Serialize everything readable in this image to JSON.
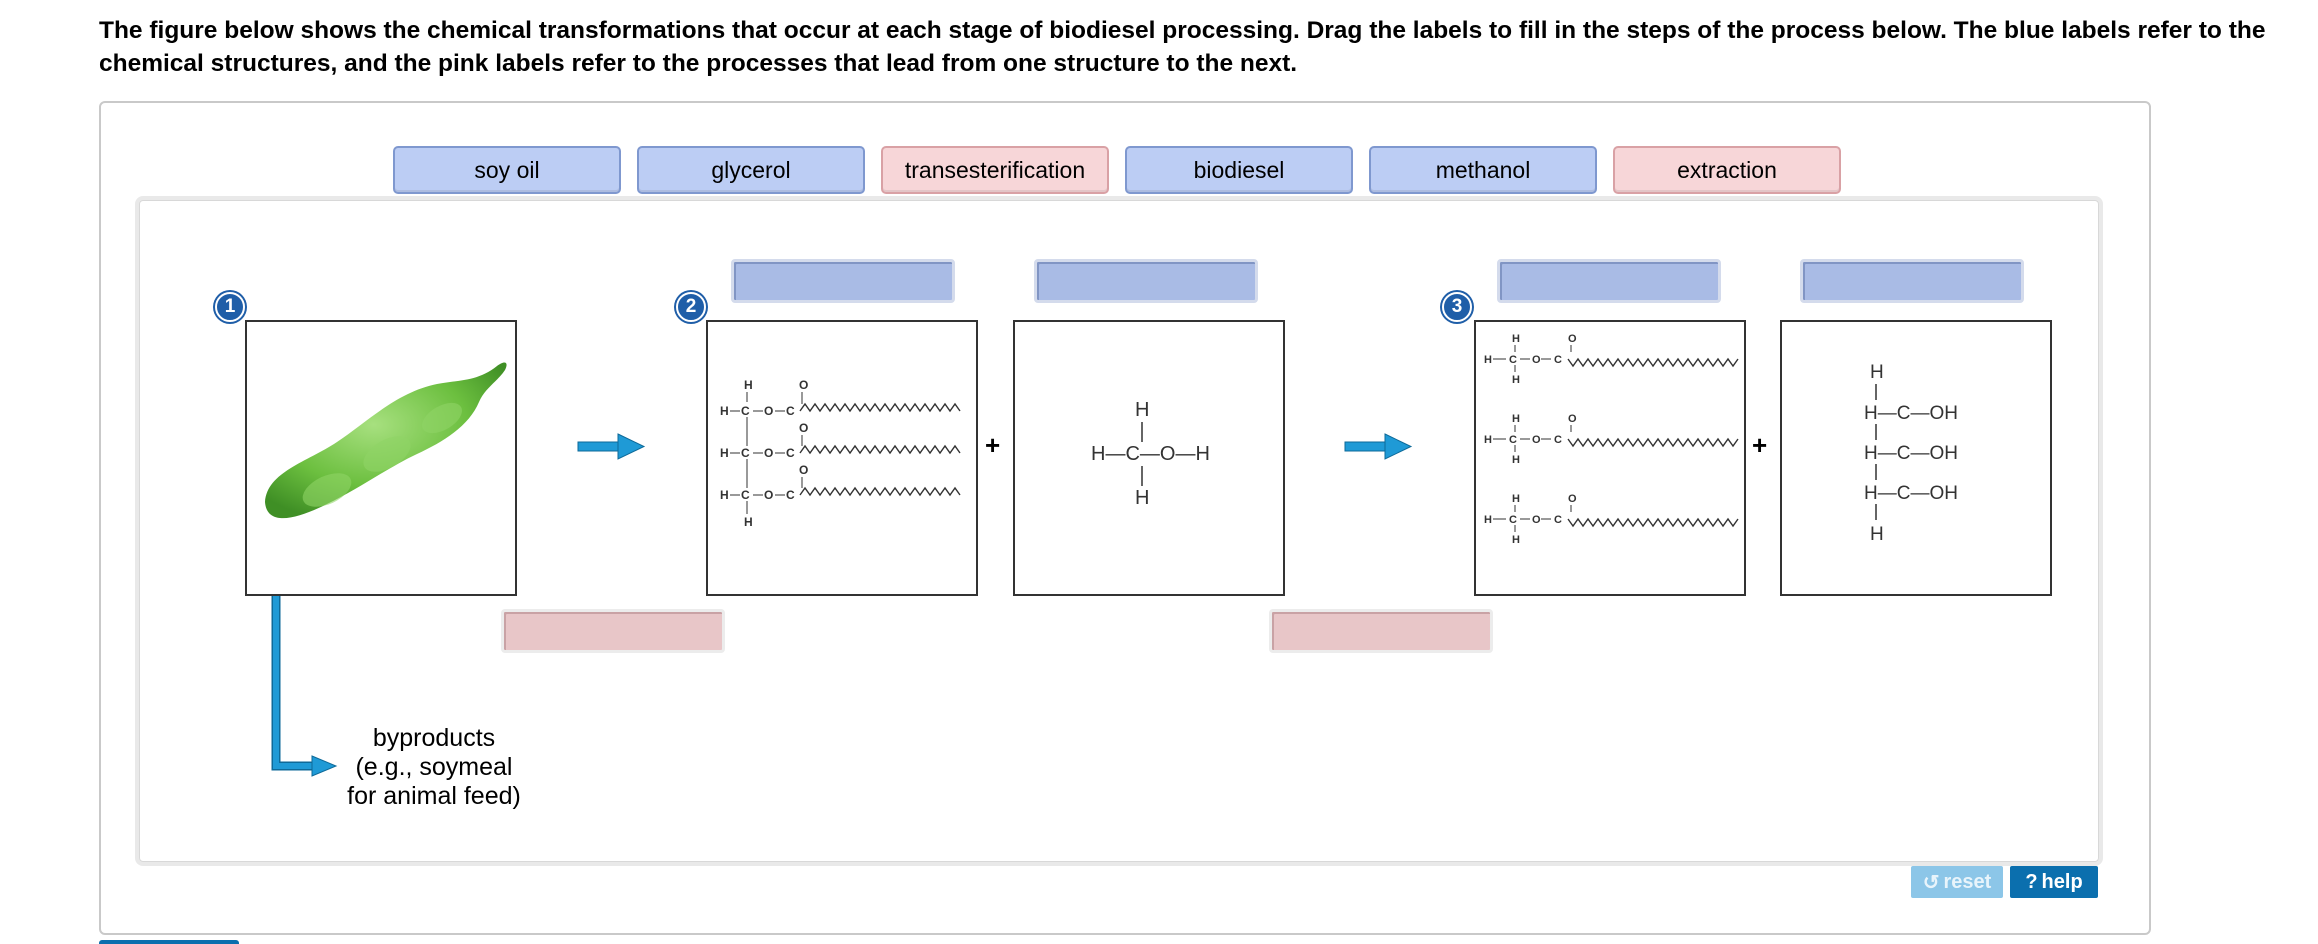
{
  "instructions": "The figure below shows the chemical transformations that occur at each stage of biodiesel processing. Drag the labels to fill in the steps of the process below. The blue labels refer to the chemical structures, and the pink labels refer to the processes that lead from one structure to the next.",
  "labels": [
    {
      "text": "soy oil",
      "kind": "blue"
    },
    {
      "text": "glycerol",
      "kind": "blue"
    },
    {
      "text": "transesterification",
      "kind": "pink"
    },
    {
      "text": "biodiesel",
      "kind": "blue"
    },
    {
      "text": "methanol",
      "kind": "blue"
    },
    {
      "text": "extraction",
      "kind": "pink"
    }
  ],
  "steps": [
    "1",
    "2",
    "3"
  ],
  "byproducts_text": "byproducts\n(e.g., soymeal\nfor animal feed)",
  "chem": {
    "H": "H",
    "C": "C",
    "O": "O",
    "OH": "OH",
    "methanol_ch": "H—C—O—H",
    "glycerol_row": "H—C—OH"
  },
  "buttons": {
    "reset": "reset",
    "help": "help",
    "reset_icon": "undo-icon",
    "help_icon": "question-icon"
  },
  "colors": {
    "blue_label": "#bccdf4",
    "pink_label": "#f7d6d8",
    "arrow": "#1f9ad6",
    "badge": "#1f5ea8"
  }
}
